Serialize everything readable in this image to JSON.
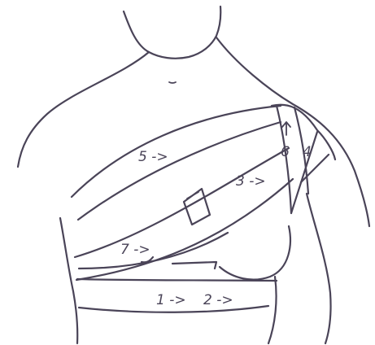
{
  "labels": {
    "l1": "1 ->",
    "l2": "2 ->",
    "l3": "3 ->",
    "l4": "4",
    "l5": "5 ->",
    "l6": "6",
    "l7": "7 ->"
  },
  "colors": {
    "ink": "#4a4458",
    "paper": "#ffffff"
  }
}
